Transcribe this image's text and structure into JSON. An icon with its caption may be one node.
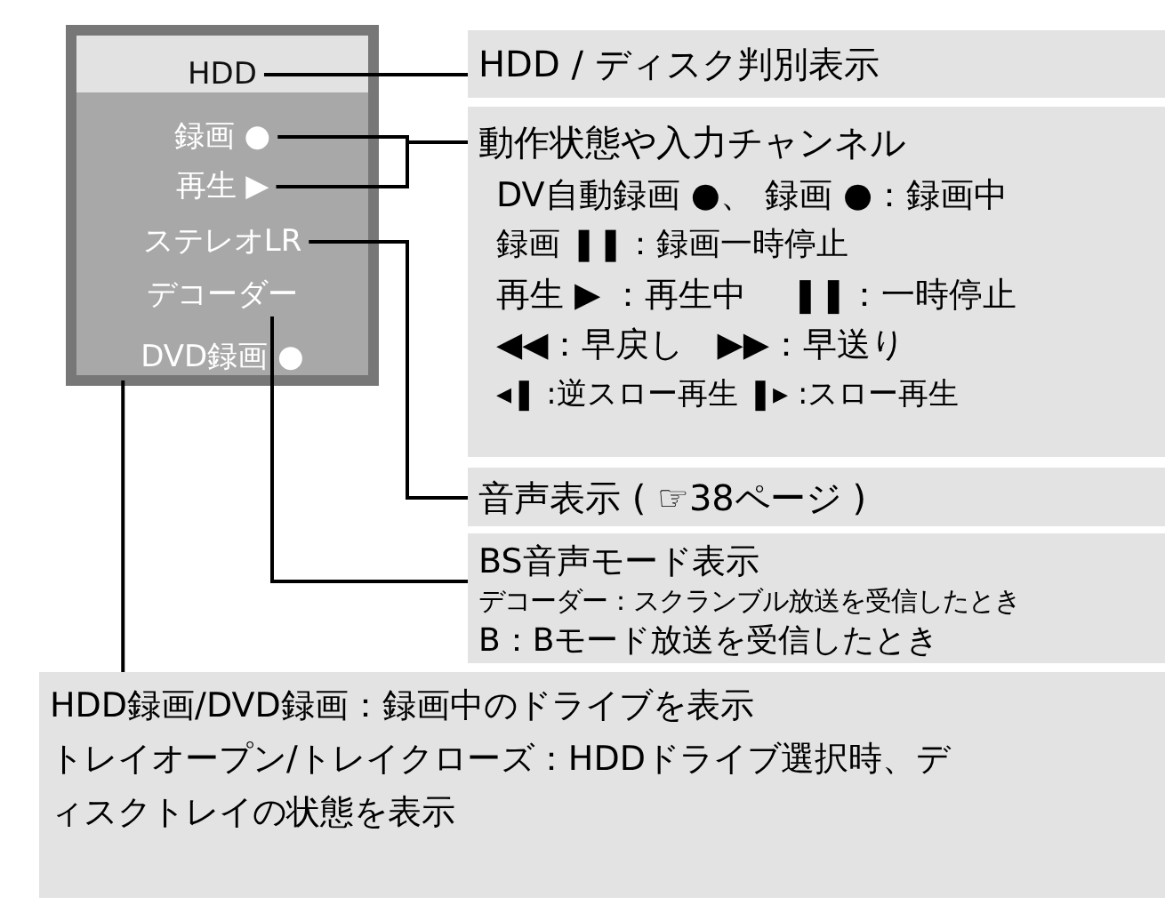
{
  "diagram": {
    "nodes": [
      {
        "text": [],
        "shape": "box"
      },
      {
        "text": [
          "HDD"
        ],
        "in": 0
      },
      {
        "text": [
          "録画 ●"
        ],
        "in": 0
      },
      {
        "text": [
          "再生 ▶"
        ],
        "in": 0
      },
      {
        "text": [
          "ステレオLR"
        ],
        "in": 0
      },
      {
        "text": [
          "デコーダー"
        ],
        "in": 0
      },
      {
        "text": [
          "DVD録画 ●"
        ],
        "in": 0
      },
      {
        "text": [
          "HDD / ディスク判別表示"
        ]
      },
      {
        "text": [
          "動作状態や入力チャンネル",
          "DV自動録画 ●、 録画 ●：録画中",
          "録画 ❚❚：録画一時停止",
          "再生 ▶ ：再生中　 ❚❚：一時停止",
          "◀◀：早戻し　▶▶：早送り",
          "◂❚ :逆スロー再生 ❚▸ :スロー再生"
        ]
      },
      {
        "text": [
          "音声表示 ( ☞38ページ )"
        ]
      },
      {
        "text": [
          "BS音声モード表示",
          "デコーダー：スクランブル放送を受信したとき",
          "B：Bモード放送を受信したとき"
        ]
      },
      {
        "text": [
          "HDD録画/DVD録画：録画中のドライブを表示",
          "トレイオープン/トレイクローズ：HDDドライブ選択時、ディスクトレイの状態を表示"
        ]
      }
    ],
    "edges": [
      {
        "from": 1,
        "to": 7,
        "arrow": "none"
      },
      {
        "from": 2,
        "to": 8,
        "arrow": "none"
      },
      {
        "from": 3,
        "to": 8,
        "arrow": "none"
      },
      {
        "from": 4,
        "to": 9,
        "arrow": "none"
      },
      {
        "from": 5,
        "to": 10,
        "arrow": "none"
      },
      {
        "from": 6,
        "to": 11,
        "arrow": "none"
      }
    ]
  }
}
